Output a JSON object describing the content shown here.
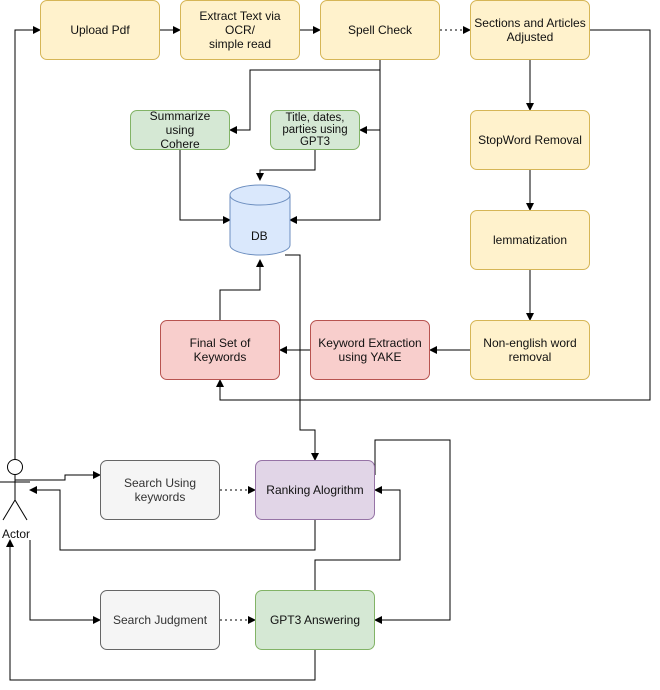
{
  "colors": {
    "yellow_fill": "#fff2cc",
    "yellow_stroke": "#d6b656",
    "green_fill": "#d5e8d4",
    "green_stroke": "#82b366",
    "red_fill": "#f8cecc",
    "red_stroke": "#b85450",
    "purple_fill": "#e1d5e7",
    "purple_stroke": "#9673a6",
    "gray_fill": "#f5f5f5",
    "gray_stroke": "#666666",
    "db_fill": "#dae8fc",
    "db_stroke": "#6c8ebf"
  },
  "nodes": {
    "upload_pdf": "Upload Pdf",
    "extract_text": "Extract Text via OCR/\nsimple read",
    "spell_check": "Spell Check",
    "sections_articles": "Sections and Articles\nAdjusted",
    "summarize": "Summarize using\nCohere",
    "title_dates": "Title, dates,\nparties using\nGPT3",
    "stopword": "StopWord Removal",
    "lemmatization": "lemmatization",
    "non_english": "Non-english word\nremoval",
    "keyword_extraction": "Keyword Extraction\nusing YAKE",
    "final_keywords": "Final Set of Keywords",
    "search_keywords": "Search Using\nkeywords",
    "ranking": "Ranking Alogrithm",
    "search_judgment": "Search Judgment",
    "gpt3_answering": "GPT3  Answering"
  },
  "db_label": "DB",
  "actor_label": "Actor"
}
